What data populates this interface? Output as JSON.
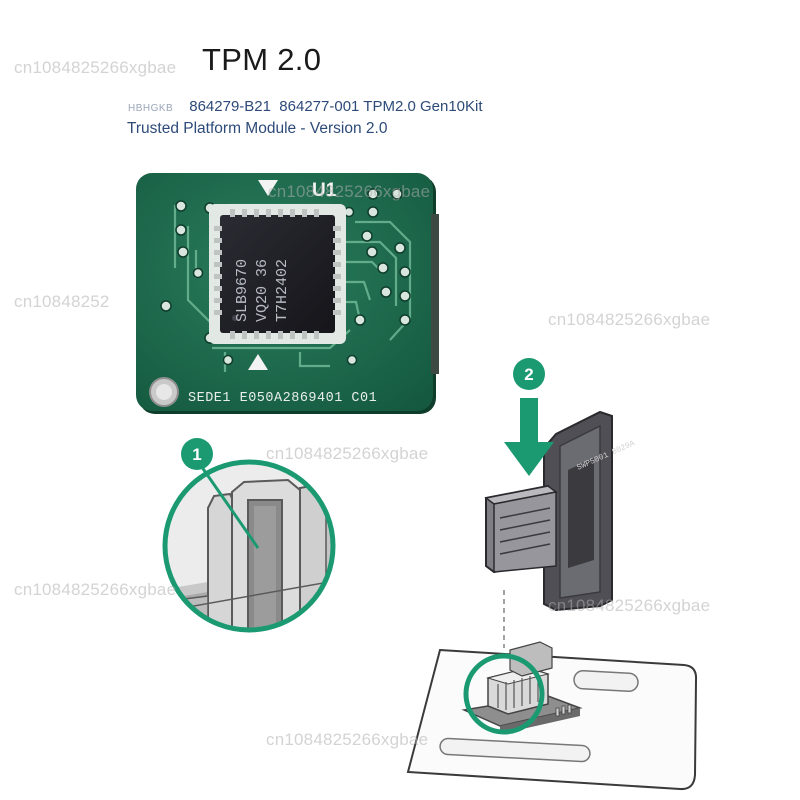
{
  "header": {
    "title": "TPM 2.0",
    "prefix_code": "HBHGKB",
    "part_numbers": "864279-B21  864277-001 TPM2.0 Gen10Kit",
    "subtitle": "Trusted Platform Module - Version 2.0"
  },
  "board": {
    "silk_u1": "U1",
    "chip_lines": [
      "SLB9670",
      "VQ20 36",
      "T7H2402"
    ],
    "bottom_code": "SEDE1 E050A2869401 C01"
  },
  "callouts": {
    "one": "1",
    "two": "2"
  },
  "module_label": "SWP5001 8029A",
  "watermarks": [
    "cn1084825266xgbae",
    "cn1084825266xgbae",
    "cn10848252",
    "cn1084825266xgbae",
    "cn1084825266xgbae",
    "cn1084825266xgbae",
    "cn1084825266xgbae",
    "cn1084825266xgbae"
  ],
  "colors": {
    "pcb": "#1f6b4f",
    "callout": "#1b9a72",
    "text_blue": "#2d4a78"
  }
}
